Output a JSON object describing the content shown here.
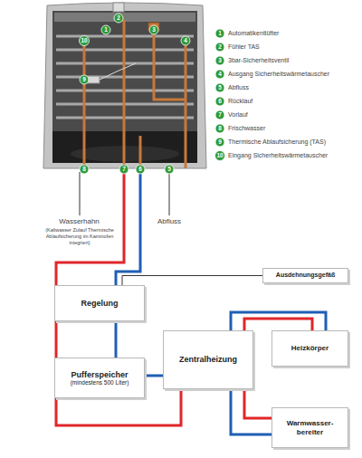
{
  "diagram": {
    "nodes": [
      {
        "text": [
          "Ausdehnungsgefäß"
        ]
      },
      {
        "text": [
          "Regelung"
        ]
      },
      {
        "text": [
          "Zentralheizung"
        ]
      },
      {
        "text": [
          "Heizkörper"
        ]
      },
      {
        "text": [
          "Pufferspeicher",
          "(mindestens 500 Liter)"
        ]
      },
      {
        "text": [
          "Warmwasser- bereiter"
        ]
      }
    ],
    "edges": [
      {
        "from": 0,
        "to": 1,
        "arrow": "none"
      },
      {
        "from": 1,
        "to": 4,
        "arrow": "none"
      },
      {
        "from": 1,
        "to": 4,
        "arrow": "none"
      },
      {
        "from": 4,
        "to": 2,
        "arrow": "none"
      },
      {
        "from": 4,
        "to": 2,
        "arrow": "none"
      },
      {
        "from": 2,
        "to": 3,
        "arrow": "none"
      },
      {
        "from": 2,
        "to": 3,
        "arrow": "none"
      },
      {
        "from": 2,
        "to": 5,
        "arrow": "none"
      },
      {
        "from": 2,
        "to": 5,
        "arrow": "none"
      }
    ],
    "labels": [
      "2",
      "1",
      "3",
      "10",
      "4",
      "9",
      "8",
      "7",
      "6",
      "5",
      "1",
      "Automatikentlüfter",
      "2",
      "Fühler TAS",
      "3",
      "3bar-Sicherheitsventil",
      "4",
      "Ausgang Sicherheitswärmetauscher",
      "5",
      "Abfluss",
      "6",
      "Rücklauf",
      "7",
      "Vorlauf",
      "8",
      "Frischwasser",
      "9",
      "Thermische Ablaufsicherung (TAS)",
      "10",
      "Eingang Sicherheitswärmetauscher",
      "Wasserhahn",
      "(Kaltwasser Zulauf Thermische Ablaufsicherung im Kaminofen integriert)",
      "Abfluss"
    ]
  }
}
